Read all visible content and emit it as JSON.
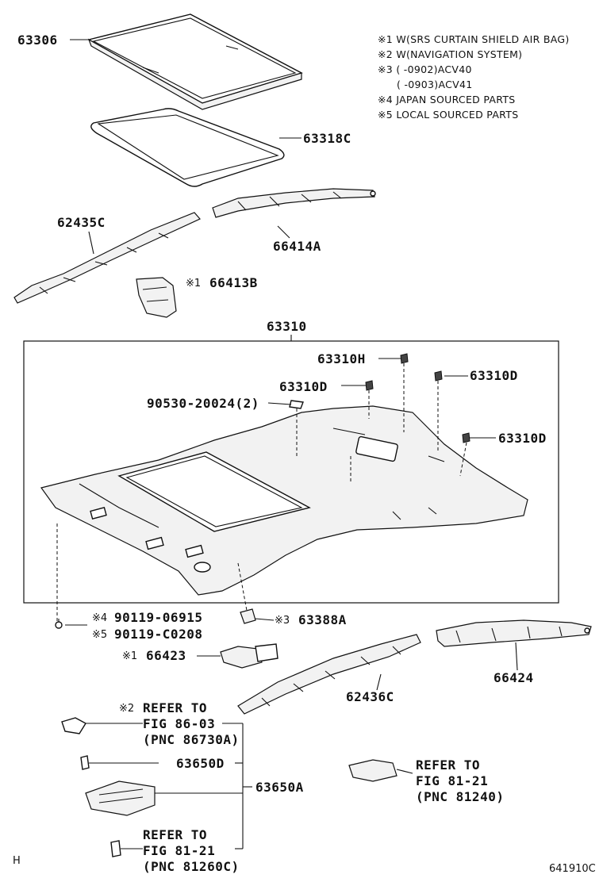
{
  "notes": [
    {
      "mark": "※1",
      "text": "W(SRS CURTAIN SHIELD AIR BAG)"
    },
    {
      "mark": "※2",
      "text": "W(NAVIGATION SYSTEM)"
    },
    {
      "mark": "※3",
      "text": "(      -0902)ACV40"
    },
    {
      "mark": "",
      "text": "(      -0903)ACV41"
    },
    {
      "mark": "※4",
      "text": "JAPAN SOURCED PARTS"
    },
    {
      "mark": "※5",
      "text": "LOCAL SOURCED PARTS"
    }
  ],
  "parts": {
    "p63306": "63306",
    "p63318c": "63318C",
    "p62435c": "62435C",
    "p66414a": "66414A",
    "p66413b_mark": "※1",
    "p66413b": "66413B",
    "p63310": "63310",
    "p63310h": "63310H",
    "p63310d_a": "63310D",
    "p63310d_b": "63310D",
    "p63310d_c": "63310D",
    "p90530": "90530-20024(2)",
    "p90119_mark4": "※4",
    "p90119_a": "90119-06915",
    "p90119_mark5": "※5",
    "p90119_b": "90119-C0208",
    "p63388a_mark": "※3",
    "p63388a": "63388A",
    "p66423_mark": "※1",
    "p66423": "66423",
    "p62436c": "62436C",
    "p66424": "66424",
    "p63650d": "63650D",
    "p63650a": "63650A"
  },
  "refs": {
    "ref1_mark": "※2",
    "ref1_line1": "REFER TO",
    "ref1_line2": "FIG 86-03",
    "ref1_line3": "(PNC 86730A)",
    "ref2_line1": "REFER TO",
    "ref2_line2": "FIG 81-21",
    "ref2_line3": "(PNC 81240)",
    "ref3_line1": "REFER TO",
    "ref3_line2": "FIG 81-21",
    "ref3_line3": "(PNC 81260C)"
  },
  "footer": {
    "corner_mark": "H",
    "figure_code": "641910C"
  }
}
